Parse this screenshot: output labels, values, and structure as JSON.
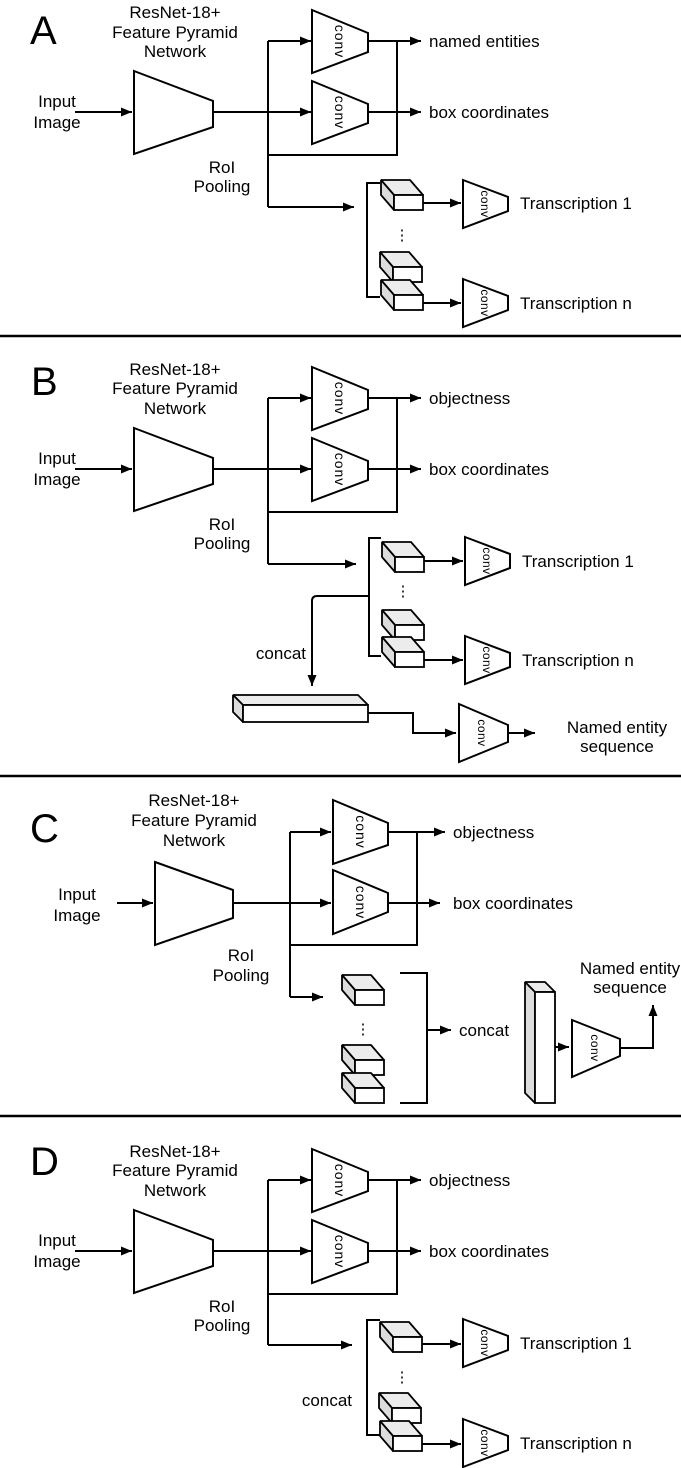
{
  "figure": {
    "colors": {
      "line": "#000000",
      "box_top": "#ececec",
      "box_side": "#dcdcdc",
      "box_front": "#ffffff",
      "background": "#ffffff"
    },
    "panels": [
      {
        "letter": "A",
        "header_lines": [
          "ResNet-18+",
          "Feature Pyramid",
          "Network"
        ],
        "input_lines": [
          "Input",
          "Image"
        ],
        "roi_lines": [
          "RoI",
          "Pooling"
        ],
        "conv_label": "conv",
        "output_top": "named entities",
        "output_bottom": "box coordinates",
        "transcription_first": "Transcription 1",
        "transcription_last": "Transcription n",
        "ellipsis": "⋮"
      },
      {
        "letter": "B",
        "header_lines": [
          "ResNet-18+",
          "Feature Pyramid",
          "Network"
        ],
        "input_lines": [
          "Input",
          "Image"
        ],
        "roi_lines": [
          "RoI",
          "Pooling"
        ],
        "conv_label": "conv",
        "output_top": "objectness",
        "output_bottom": "box coordinates",
        "transcription_first": "Transcription 1",
        "transcription_last": "Transcription n",
        "concat_label": "concat",
        "sequence_lines": [
          "Named entity",
          "sequence"
        ],
        "ellipsis": "⋮"
      },
      {
        "letter": "C",
        "header_lines": [
          "ResNet-18+",
          "Feature Pyramid",
          "Network"
        ],
        "input_lines": [
          "Input",
          "Image"
        ],
        "roi_lines": [
          "RoI",
          "Pooling"
        ],
        "conv_label": "conv",
        "output_top": "objectness",
        "output_bottom": "box coordinates",
        "concat_label": "concat",
        "sequence_lines": [
          "Named entity",
          "sequence"
        ],
        "ellipsis": "⋮"
      },
      {
        "letter": "D",
        "header_lines": [
          "ResNet-18+",
          "Feature Pyramid",
          "Network"
        ],
        "input_lines": [
          "Input",
          "Image"
        ],
        "roi_lines": [
          "RoI",
          "Pooling"
        ],
        "conv_label": "conv",
        "output_top": "objectness",
        "output_bottom": "box coordinates",
        "transcription_first": "Transcription 1",
        "transcription_last": "Transcription n",
        "concat_label": "concat",
        "ellipsis": "⋮"
      }
    ]
  }
}
